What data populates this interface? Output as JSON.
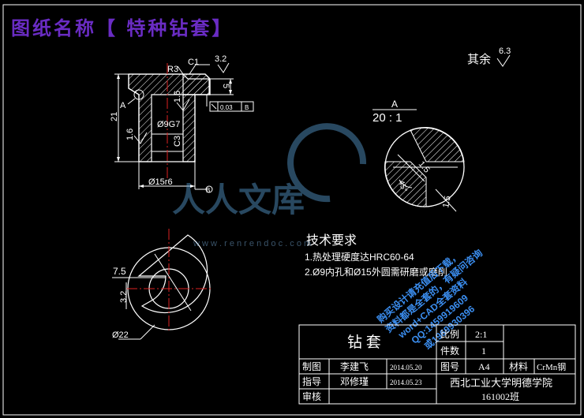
{
  "banner": {
    "title": "图纸名称【 特种钻套】"
  },
  "surface": {
    "rest_label": "其余",
    "rest_value": "6.3",
    "top_value": "3.2"
  },
  "front_view": {
    "dims": {
      "r3": "R3",
      "c1": "C1",
      "d5": "5",
      "d16a": "1.6",
      "d16b": "1.6",
      "d21": "21",
      "bore": "Ø9G7",
      "c3": "C3",
      "od": "Ø15r6",
      "datum_b": "B",
      "section_a": "A"
    },
    "tolerance": {
      "value": "0.03",
      "datum": "B"
    }
  },
  "detail": {
    "label": "A",
    "scale": "20 : 1",
    "d15a": "1.5",
    "d15b": "1.5",
    "angle": "45°"
  },
  "tech": {
    "title": "技术要求",
    "items": [
      "1.热处理硬度达HRC60-64",
      "2.Ø9内孔和Ø15外圆需研磨或磨削"
    ]
  },
  "side_view": {
    "d75": "7.5",
    "d32": "3.2",
    "d22": "Ø22"
  },
  "watermark": {
    "brand": "人人文库",
    "url": "w w w . r e n r e n d o c . c o m"
  },
  "promo": [
    "购买设计请充值后下载，",
    "资料都是全套的，有疑问咨询",
    "word+CAD全套资料",
    "QQ:1459919609",
    "或1969930396"
  ],
  "title_block": {
    "part_name": "钻 套",
    "scale_label": "比例",
    "scale_value": "2:1",
    "qty_label": "件数",
    "qty_value": "1",
    "drawn_label": "制图",
    "drawn_name": "李建飞",
    "drawn_date": "2014.05.20",
    "drawing_no_label": "图号",
    "drawing_no": "A4",
    "material_label": "材料",
    "material": "CrMn钢",
    "guide_label": "指导",
    "guide_name": "邓修瑾",
    "guide_date": "2014.05.23",
    "review_label": "审核",
    "school": "西北工业大学明德学院",
    "class": "161002班"
  }
}
